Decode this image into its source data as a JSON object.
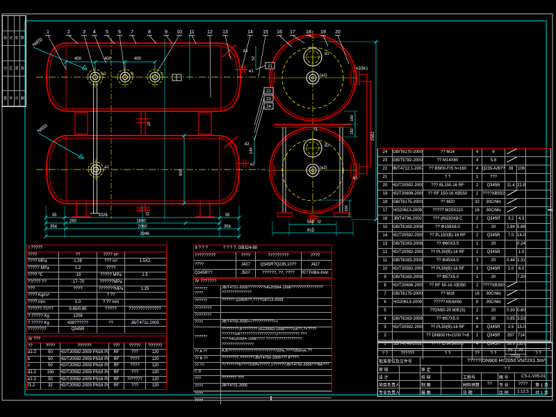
{
  "sheet": {
    "colors": {
      "red": "#d40000",
      "cyan": "#00e5e5",
      "yellow": "#e8e800",
      "white": "#ffffff",
      "grid": "#9a9a9a"
    }
  },
  "drawing": {
    "balloons": [
      "1",
      "2",
      "3",
      "4",
      "5",
      "6",
      "7",
      "8",
      "9",
      "10",
      "11",
      "12",
      "13",
      "14",
      "15",
      "16",
      "17",
      "18",
      "19",
      "20"
    ],
    "boxed_balloons": [
      "21",
      "22",
      "23",
      "24"
    ],
    "labels": {
      "diag_top": "Nd(5)",
      "diag_bottom": "Nd(b)",
      "a2": "a2",
      "b": "b",
      "c": "c",
      "a1": "a1",
      "f1": "f1",
      "f2": "f2",
      "d1": "d1",
      "e1": "e1",
      "d2": "d2",
      "e2": "e2",
      "a1_end": "(a1)",
      "a2_end": "(a2)",
      "d1_end": "d1",
      "d2_end": "d2",
      "e2bc": "e2(bc)",
      "e1_end": "e1",
      "f1_end": "f1",
      "f2_end": "f2"
    },
    "dims": {
      "n400": "400",
      "n900": "900",
      "n52": "52",
      "n140": "140",
      "n160": "160",
      "n182": "182",
      "n2562": "2562",
      "n560": "560",
      "n810": "810",
      "n100": "100",
      "r1a": "35",
      "r1b": "1026",
      "r1c": "35",
      "r2a": "260",
      "r2b": "1600",
      "r3a": "354",
      "r3b": "2060",
      "r3c": "354",
      "total": "2946"
    }
  },
  "tech_table": {
    "title": "Ⅰ ?????",
    "rows": [
      [
        "????",
        "??",
        "???? m³",
        ""
      ],
      [
        "???? MPa",
        "1.28",
        "??? m³",
        "1.5X2"
      ],
      [
        "????? MPa",
        "1.2",
        "????",
        ""
      ],
      [
        "???? ℃",
        "-19",
        "????? MPa",
        "1.5"
      ],
      [
        "??/??? ??",
        "-17~70",
        "??????MPa",
        ""
      ],
      [
        "???",
        "????",
        "???????MPa",
        "1.25"
      ],
      [
        "???? Kg/m³",
        "",
        "? ??",
        ""
      ],
      [
        "???? mm",
        "1.0",
        "? ?? mm",
        ""
      ],
      [
        "?????? ??/??",
        "0.85/0.85",
        "?????",
        "??????????????"
      ],
      [
        "? ????? Kg",
        "1208",
        "",
        ""
      ],
      [
        "? ????? Kg",
        "438??????",
        "??",
        "JB/T4711-2005"
      ],
      [
        "????????",
        "Q345R",
        "",
        ""
      ]
    ]
  },
  "nozzle_table": {
    "title": "Ⅳ ???",
    "header": [
      "??",
      "????",
      "??????",
      "???",
      "?????",
      "??????"
    ],
    "rows": [
      [
        "a1-2",
        "50",
        "HG/T20592-2009 PN16 PL",
        "RF",
        "???",
        "120"
      ],
      [
        "b",
        "50",
        "HG/T20592-2009 PN16 PL",
        "RF",
        "????",
        "120"
      ],
      [
        "c",
        "50",
        "HG/T20592-2009 PN16 PL",
        "RF",
        "????",
        "120"
      ],
      [
        "d1-2",
        "150",
        "HG/T20592-2009 PN16 PL",
        "RF",
        "???",
        "120"
      ],
      [
        "e1-2",
        "50",
        "HG/T20592-2009 PN16 PL",
        "RF",
        "?/?????",
        "120"
      ],
      [
        "f1-2",
        "32",
        "HG/T20592-2009 PN16 PL",
        "RF",
        "???",
        "120"
      ]
    ]
  },
  "welding_table": {
    "title": "Ⅱ ? ? ?",
    "subtitle": "? ? ? ?: GB324-88",
    "rows": [
      [
        "?????????",
        "????",
        "?????????",
        "????"
      ],
      [
        "????",
        "J427",
        "Q345R?Q235,10??",
        "J427"
      ],
      [
        "Q345R??",
        "J507",
        "??????, ??, ????",
        "?E?THBA-HAH"
      ]
    ]
  },
  "req_table": {
    "title": "Ⅳ ???????",
    "rows": [
      {
        "label": "??????\n????",
        "lines": [
          "JB/T4731-2005????????HG20584-1998???????????????",
          "??????????????"
        ]
      },
      {
        "label": "??????",
        "lines": [
          "?????? Q345R??,????GB713-2008"
        ]
      },
      {
        "label": "????????",
        "lines": [
          ""
        ]
      },
      {
        "label": "????????",
        "lines": [
          ""
        ]
      },
      {
        "label": "????",
        "lines": [
          "JB/T4709-2000<<??????????>>"
        ]
      },
      {
        "label": "??????",
        "lines": [
          "????????,B??????? HG20583-1998????U4??,?Y????",
          "??????GB?????????????????2??????????   ???",
          "????HG20584-1998???? ?????????????????",
          "???????????????"
        ]
      },
      {
        "label": "?? A ??",
        "lines": [
          "A.B???????????????????????20%,????250mm,??"
        ]
      },
      {
        "label": "?? B ??",
        "lines": [
          "????????,???????JB/T4750-2005??? Ⅱ????."
        ]
      },
      {
        "label": "?? ??",
        "lines": [
          "?7??????6????100%?????,1??????JB/T4750-2005???ⅡA???."
        ]
      },
      {
        "label": "C  D",
        "lines": [
          ""
        ]
      },
      {
        "label": "???",
        "lines": [
          "???????      ???"
        ]
      },
      {
        "label": "????",
        "lines": [
          "JB/T4711-2005"
        ]
      },
      {
        "label": "????",
        "lines": [
          ""
        ]
      },
      {
        "label": "????",
        "lines": [
          ""
        ]
      }
    ]
  },
  "bom": {
    "header": {
      "no": "? ?",
      "std": "??????",
      "name": "? ?",
      "qty": "??",
      "mat": "? ?",
      "wt_unit": "??",
      "wt_total": "??",
      "wt_label": "??(g)",
      "remark": "? ?"
    },
    "rows": [
      [
        "24",
        "GB/T6170-2000",
        "?? M14",
        "4",
        "6",
        "/",
        "",
        ""
      ],
      [
        "23",
        "GB/T5782-2000",
        "?? M14X60",
        "4",
        "5.8",
        "/",
        "",
        ""
      ],
      [
        "22",
        "JB/T4712.1-2007",
        "?? BI900-F/S h=160",
        "4",
        "Q235-A/B??",
        "39",
        "106",
        ""
      ],
      [
        "21",
        "",
        "? ?",
        "1",
        "???",
        "",
        "",
        ""
      ],
      [
        "20",
        "HG/T20592-2009",
        "??? BL150-16 RF",
        "2",
        "Q345R",
        "11.4",
        "22.8",
        ""
      ],
      [
        "19",
        "HG/T20606-2009",
        "?? RF 150-16 XB550",
        "2",
        "????XB550",
        "/",
        "",
        ""
      ],
      [
        "18",
        "GB/T6175-2000",
        "?? M20",
        "32",
        "30CrMo",
        "/",
        "",
        ""
      ],
      [
        "17",
        "HG20613-2009",
        "????? M20X110",
        "16",
        "30CrMo",
        "/",
        "",
        ""
      ],
      [
        "16",
        "JB/T4736-2002",
        "??? dN150X8-C",
        "2",
        "Q345R",
        "3.2",
        "4.3",
        ""
      ],
      [
        "15",
        "GB/T8163-2008",
        "?? Φ159X8.0",
        "2",
        "20",
        "2.84",
        "5.68",
        ""
      ],
      [
        "14",
        "HG/T20592-2009",
        "?? PL150(B)-16 RF",
        "2",
        "Q345R",
        "7.0",
        "14.0",
        ""
      ],
      [
        "13",
        "GB/T8163-2008",
        "?? Φ60X3.5",
        "1",
        "20",
        "",
        "0.24",
        ""
      ],
      [
        "12",
        "HG/T20592-2009",
        "?? PL50(B)-16 RF",
        "1",
        "Q345R",
        "",
        "1.0",
        ""
      ],
      [
        "11",
        "GB/T8163-2008",
        "?? Φ45X4.0",
        "3",
        "20",
        "0.44",
        "1.31",
        ""
      ],
      [
        "10",
        "HG/T20592-2009",
        "?? PL50(B)-16 RF",
        "3",
        "Q345R",
        "2.0",
        "6.0",
        ""
      ],
      [
        "9",
        "GB/T8163-2008",
        "?? Φ57X5.0",
        "1",
        "20",
        "",
        "7.20",
        ""
      ],
      [
        "8",
        "HG/T20606-2009",
        "?? RF 50-16 XB350",
        "2",
        "????XB350",
        "/",
        "",
        ""
      ],
      [
        "7",
        "GB/T6175-2000",
        "?? M16",
        "16",
        "30CrMo",
        "/",
        "",
        ""
      ],
      [
        "6",
        "HG20613-2009",
        "????? M16X60",
        "8",
        "30CrMo",
        "/",
        "",
        ""
      ],
      [
        "5",
        "",
        "??DN50-20 60E(S)",
        "2",
        "20",
        "0.30",
        "0.60",
        ""
      ],
      [
        "4",
        "GB/T8163-2008",
        "?? Φ57X5.0",
        "4",
        "20",
        "0.85",
        "3.53",
        ""
      ],
      [
        "3",
        "HG/T20592-2009",
        "?? PL50(B)-16 RF",
        "6",
        "Q345R",
        "2.5",
        "15.0",
        ""
      ],
      [
        "2",
        "",
        "?? DN900 H=2100 ?=8",
        "2",
        "Q345R",
        "357",
        "714",
        ""
      ],
      [
        "1",
        "JB/T4746-2002",
        "???? EHA 900X8",
        "4",
        "Q345R",
        "58.9",
        "235.6",
        ""
      ]
    ]
  },
  "title_block": {
    "row_a_label": "批准单位及文件号",
    "title": "?????(DN900 H=2050 VN=2X1.5m³)",
    "name_value": "? ?",
    "labels": {
      "shenhe": "审 核",
      "shending": "审 定",
      "sheji": "设 计",
      "jiaohe": "校 核",
      "gongchenghao": "工程号",
      "tuhao": "图 号",
      "xiangmu": "项目负责人",
      "zhitu": "制 图",
      "cailiao": "材料预算",
      "zhuanye": "专 业",
      "zhuanyefzr": "专业负责人",
      "miaotu": "描 图",
      "riqi": "日 期",
      "bili": "比 例"
    },
    "values": {
      "tuhao": "CS-L-V05-01",
      "cailiao": "??",
      "zhuanye": "????",
      "bili": "1:12.5",
      "page": "第 1 页",
      "pages": "共 1 页"
    }
  },
  "revision_strip": {
    "cells": [
      "标",
      "记",
      "处",
      "数",
      "分",
      "区",
      "更",
      "改",
      "签",
      "字",
      "日",
      "期"
    ]
  }
}
